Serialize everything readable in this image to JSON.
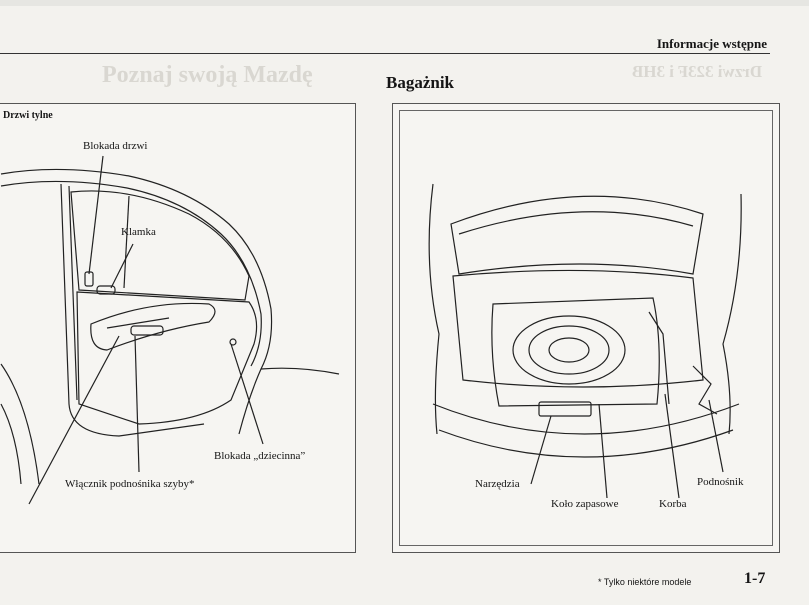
{
  "header": {
    "section": "Informacje wstępne"
  },
  "ghost_text": {
    "left_title": "Poznaj swoją Mazdę",
    "right_mirror": "Drzwi 323F i 3HB"
  },
  "main": {
    "title": "Bagażnik"
  },
  "left_figure": {
    "label": "Drzwi tylne",
    "callouts": {
      "door_lock": "Blokada drzwi",
      "handle": "Klamka",
      "child_lock": "Blokada „dziecinna”",
      "window_switch": "Włącznik podnośnika szyby*"
    }
  },
  "right_figure": {
    "callouts": {
      "tools": "Narzędzia",
      "spare_wheel": "Koło zapasowe",
      "crank": "Korba",
      "jack": "Podnośnik"
    }
  },
  "footer": {
    "note": "* Tylko niektóre modele",
    "page_number": "1-7"
  },
  "colors": {
    "ink": "#151515",
    "paper": "#f3f2ee",
    "ghost": "#d9d7d1"
  }
}
